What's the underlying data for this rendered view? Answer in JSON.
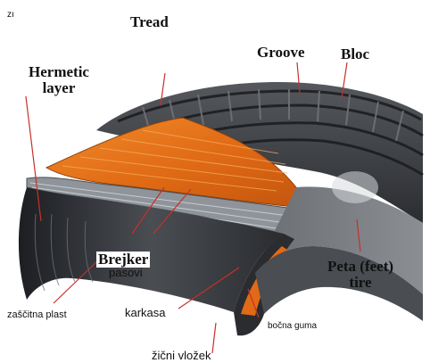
{
  "figure": {
    "corner_fragment": "zı",
    "leader_color": "#c8302a",
    "colors": {
      "rubber": "#3a3c40",
      "belt": "#e8731e",
      "ply": "#9aa0a6"
    }
  },
  "labels": {
    "tread": "Tread",
    "groove": "Groove",
    "bloc": "Bloc",
    "hermetic_line1": "Hermetic",
    "hermetic_line2": "layer",
    "brejker": "Brejker",
    "pasovi": "pasovi",
    "peta_line1": "Peta (feet)",
    "peta_line2": "tire",
    "zascitna": "zaščitna plast",
    "karkasa": "karkasa",
    "bocna": "bočna guma",
    "zicni": "žični vložek"
  }
}
